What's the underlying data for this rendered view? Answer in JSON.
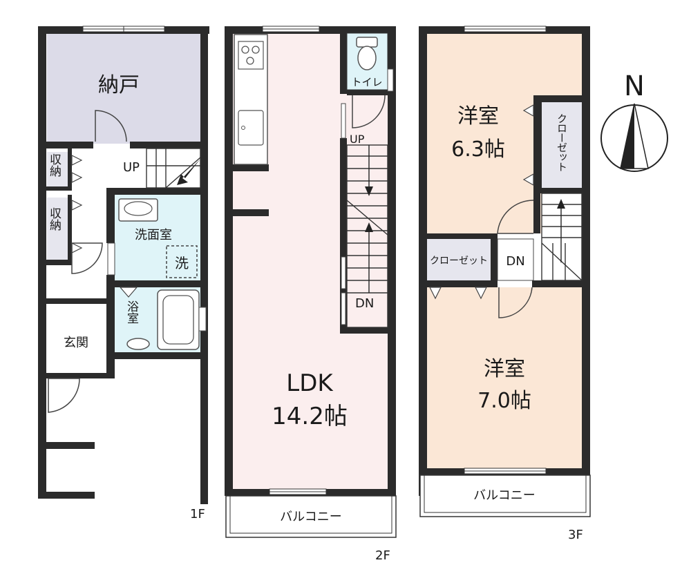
{
  "floors": {
    "f1": {
      "label": "1F",
      "rooms": {
        "storage": "納戸",
        "closet_a": "収納",
        "closet_b": "収納",
        "up": "UP",
        "washroom": "洗面室",
        "washer": "洗",
        "bath": "浴室",
        "entrance": "玄関"
      }
    },
    "f2": {
      "label": "2F",
      "rooms": {
        "ldk_name": "LDK",
        "ldk_size": "14.2帖",
        "toilet": "トイレ",
        "up": "UP",
        "dn": "DN",
        "balcony": "バルコニー"
      }
    },
    "f3": {
      "label": "3F",
      "rooms": {
        "western_a_name": "洋室",
        "western_a_size": "6.3帖",
        "closet_a": "クローゼット",
        "closet_b": "クローゼット",
        "dn": "DN",
        "western_b_name": "洋室",
        "western_b_size": "7.0帖",
        "balcony": "バルコニー"
      }
    }
  },
  "compass": {
    "label": "N"
  },
  "colors": {
    "storage": "#dcdbe8",
    "washroom": "#dff4f8",
    "ldk": "#fbeeee",
    "western": "#fbe7d6",
    "closet": "#e6e6ee",
    "wall": "#2b2b2b"
  }
}
